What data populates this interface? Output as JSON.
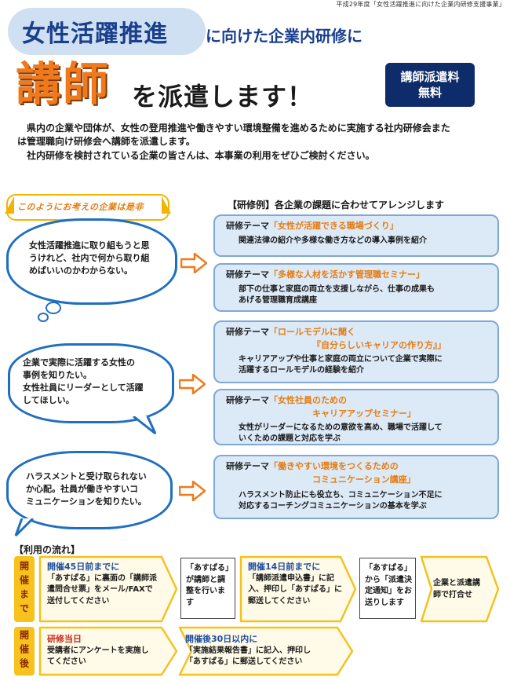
{
  "header": {
    "top_note": "平成29年度「女性活躍推進に向けた企業内研修支援事業」",
    "title_main": "女性活躍推進",
    "title_sub": "に向けた企業内研修に",
    "big_title": "講師",
    "big_sub": "を派遣します！",
    "fee_line1": "講師派遣料",
    "fee_line2": "無料"
  },
  "intro": {
    "line1": "県内の企業や団体が、女性の登用推進や働きやすい環境整備を進めるために実施する社内研修会また",
    "line2": "は管理職向け研修会へ講師を派遣します。",
    "line3": "社内研修を検討されている企業の皆さんは、本事業の利用をぜひご検討ください。"
  },
  "concerns": {
    "banner": "このようにお考えの企業は是非",
    "b1_lines": [
      "女性活躍推進に取り組もうと思",
      "うけれど、社内で何から取り組",
      "めばいいのかわからない。"
    ],
    "b2_lines": [
      "企業で実際に活躍する女性の",
      "事例を知りたい。",
      "女性社員にリーダーとして活躍",
      "してほしい。"
    ],
    "b3_lines": [
      "ハラスメントと受け取られない",
      "か心配。社員が働きやすいコ",
      "ミュニケーションを知りたい。"
    ]
  },
  "cases": {
    "header": "【研修例】各企業の課題に合わせてアレンジします",
    "label": "研修テーマ",
    "themes": [
      {
        "title": "「女性が活躍できる職場づくり」",
        "title2": "",
        "desc": [
          "関連法律の紹介や多様な働き方などの導入事例を紹介"
        ]
      },
      {
        "title": "「多様な人材を活かす管理職セミナー」",
        "title2": "",
        "desc": [
          "部下の仕事と家庭の両立を支援しながら、仕事の成果も",
          "あげる管理職育成講座"
        ]
      },
      {
        "title": "「ロールモデルに聞く",
        "title2": "『自分らしいキャリアの作り方』」",
        "desc": [
          "キャリアアップや仕事と家庭の両立について企業で実際に",
          "活躍するロールモデルの経験を紹介"
        ]
      },
      {
        "title": "「女性社員のための",
        "title2": "キャリアアップセミナー」",
        "desc": [
          "女性がリーダーになるための意欲を高め、職場で活躍して",
          "いくための課題と対応を学ぶ"
        ]
      },
      {
        "title": "「働きやすい環境をつくるための",
        "title2": "コミュニケーション講座」",
        "desc": [
          "ハラスメント防止にも役立ち、コミュニケーション不足に",
          "対応するコーチングコミュニケーションの基本を学ぶ"
        ]
      }
    ]
  },
  "flow": {
    "title": "【利用の流れ】",
    "before_label": "開催まで",
    "after_label": "開催後",
    "step1_head": "開催45日前までに",
    "step1_lines": [
      "「あすぱる」に裏面の「講師派",
      "遣問合せ票」をメール/FAXで",
      "送付してください"
    ],
    "box1_lines": [
      "「あすぱる」",
      "が講師と調",
      "整を行いま",
      "す"
    ],
    "step2_head": "開催14日前までに",
    "step2_lines": [
      "「講師派遣申込書」に記",
      "入、押印し「あすぱる」に",
      "郵送してください"
    ],
    "box2_lines": [
      "「あすぱる」",
      "から「派遣決",
      "定通知」をお",
      "送りします"
    ],
    "step3_lines": [
      "企業と派遣講",
      "師で打合せ"
    ],
    "after1_head": "研修当日",
    "after1_lines": [
      "受講者にアンケートを実施し",
      "てください"
    ],
    "after2_head": "開催後30日以内に",
    "after2_lines": [
      "「実施結果報告書」に記入、押印し",
      "「あすぱる」に郵送してください"
    ]
  },
  "colors": {
    "navy": "#1a3f8c",
    "orange": "#f0791c",
    "theme_bg": "#dce9f7",
    "bubble_border": "#1f6fc0",
    "flow_yellow": "#f7c11e"
  }
}
